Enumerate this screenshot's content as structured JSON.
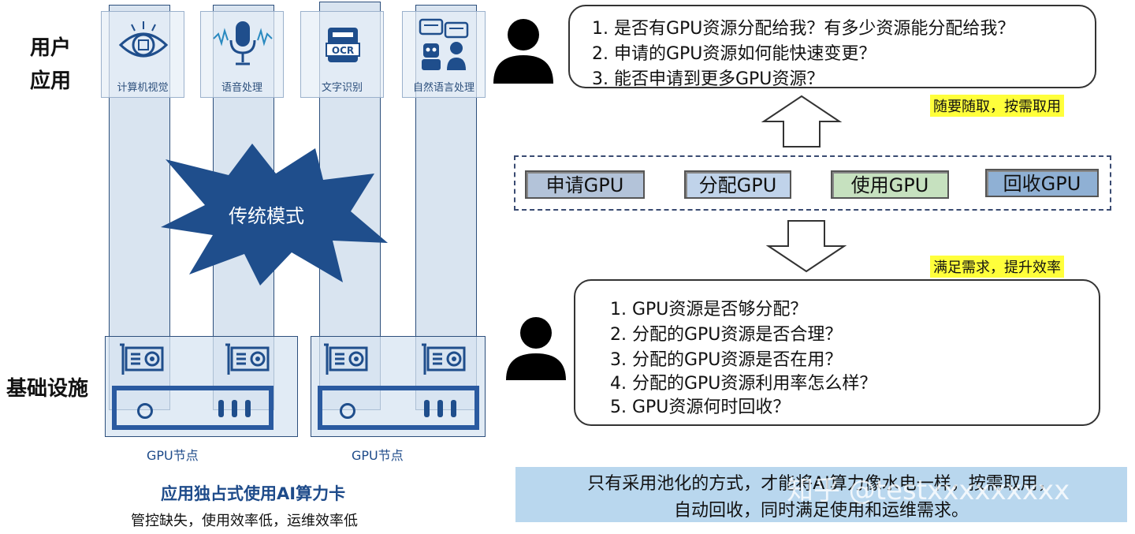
{
  "left": {
    "label_user_line1": "用户",
    "label_user_line2": "应用",
    "label_infra": "基础设施",
    "apps": [
      {
        "label": "计算机视觉",
        "icon": "eye-chip-icon"
      },
      {
        "label": "语音处理",
        "icon": "microphone-wave-icon"
      },
      {
        "label": "文字识别",
        "icon": "ocr-document-icon"
      },
      {
        "label": "自然语言处理",
        "icon": "chat-robot-icon"
      }
    ],
    "burst_text": "传统模式",
    "nodes": [
      {
        "label": "GPU节点"
      },
      {
        "label": "GPU节点"
      }
    ],
    "caption_title": "应用独占式使用AI算力卡",
    "caption_sub": "管控缺失，使用效率低，运维效率低"
  },
  "right": {
    "user_questions": [
      "1.   是否有GPU资源分配给我？有多少资源能分配给我？",
      "2.   申请的GPU资源如何能快速变更？",
      "3.   能否申请到更多GPU资源？"
    ],
    "highlight_top": "随要随取，按需取用",
    "steps": [
      "申请GPU",
      "分配GPU",
      "使用GPU",
      "回收GPU"
    ],
    "highlight_bottom": "满足需求，提升效率",
    "admin_questions": [
      "1.   GPU资源是否够分配？",
      "2.   分配的GPU资源是否合理？",
      "3.   分配的GPU资源是否在用？",
      "4.   分配的GPU资源利用率怎么样？",
      "5.   GPU资源何时回收？"
    ],
    "note_line1": "只有采用池化的方式，才能将AI算力像水电一样，按需取用，",
    "note_line2": "自动回收，同时满足使用和运维需求。",
    "watermark": "知乎 @testxxxxxxxxx"
  },
  "colors": {
    "column_fill": "#baCEE4",
    "dark_blue": "#1f4e8c",
    "highlight": "#ffff3b",
    "note_bg": "#b9d7ee"
  }
}
